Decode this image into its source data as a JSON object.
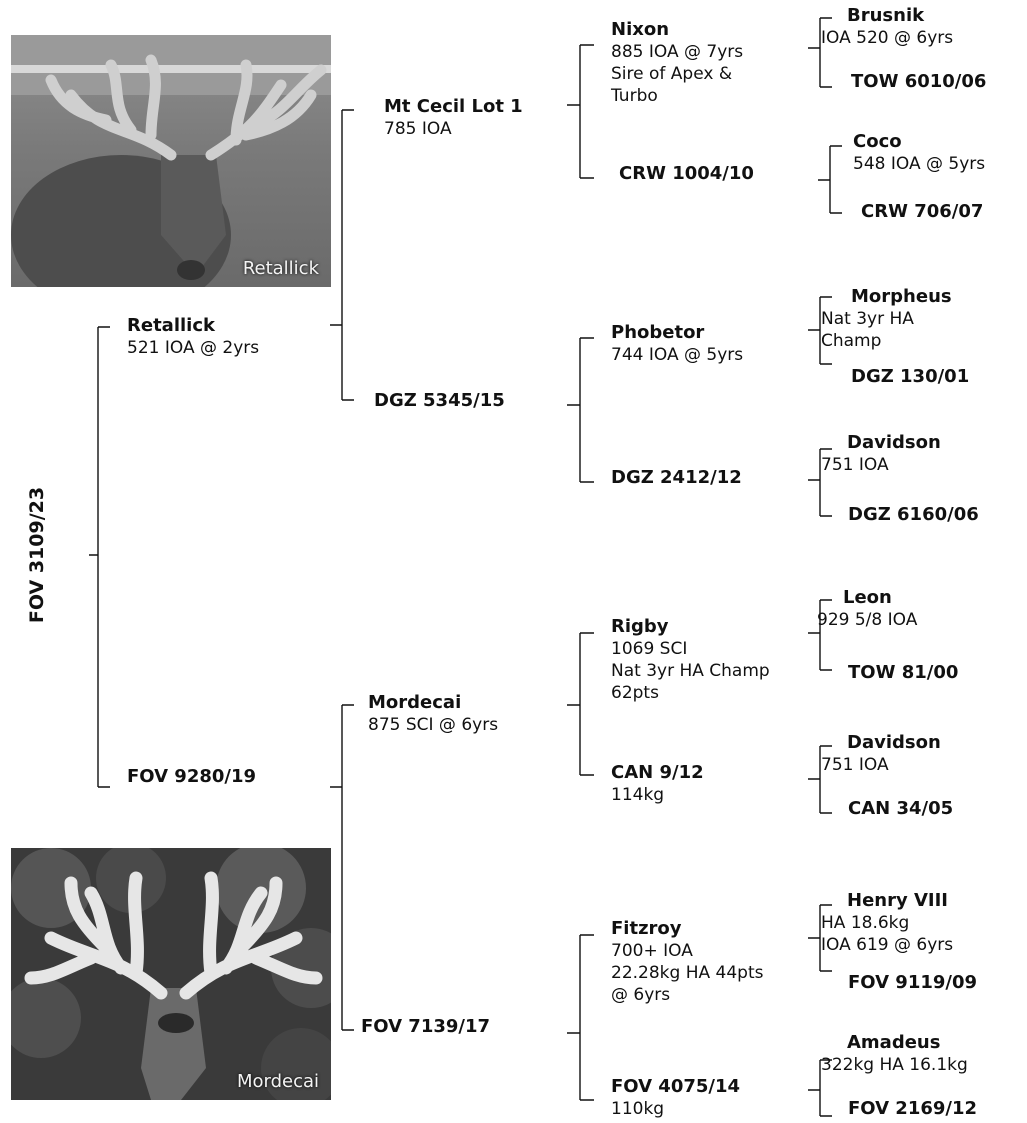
{
  "root": "FOV 3109/23",
  "photos": {
    "top_caption": "Retallick",
    "bottom_caption": "Mordecai"
  },
  "sire": {
    "name": "Retallick",
    "lines": [
      "521 IOA @ 2yrs"
    ]
  },
  "dam": {
    "name": "FOV 9280/19",
    "lines": []
  },
  "sire_sire": {
    "name": "Mt Cecil Lot 1",
    "lines": [
      "785 IOA"
    ]
  },
  "sire_dam": {
    "name": "DGZ 5345/15",
    "lines": []
  },
  "dam_sire": {
    "name": "Mordecai",
    "lines": [
      "875 SCI @ 6yrs"
    ]
  },
  "dam_dam": {
    "name": "FOV 7139/17",
    "lines": []
  },
  "ss_sire": {
    "name": "Nixon",
    "lines": [
      "885 IOA @ 7yrs",
      "Sire of Apex &",
      "Turbo"
    ]
  },
  "ss_dam": {
    "name": "CRW 1004/10",
    "lines": []
  },
  "sd_sire": {
    "name": "Phobetor",
    "lines": [
      "744 IOA @ 5yrs"
    ]
  },
  "sd_dam": {
    "name": "DGZ 2412/12",
    "lines": []
  },
  "ds_sire": {
    "name": "Rigby",
    "lines": [
      "1069 SCI",
      "Nat 3yr HA Champ",
      "62pts"
    ]
  },
  "ds_dam": {
    "name": "CAN 9/12",
    "lines": [
      "114kg"
    ]
  },
  "dd_sire": {
    "name": "Fitzroy",
    "lines": [
      "700+ IOA",
      "22.28kg HA 44pts",
      "@ 6yrs"
    ]
  },
  "dd_dam": {
    "name": "FOV 4075/14",
    "lines": [
      "110kg"
    ]
  },
  "g4": [
    {
      "name": "Brusnik",
      "lines": [
        "IOA 520 @ 6yrs"
      ]
    },
    {
      "name": "TOW 6010/06",
      "lines": []
    },
    {
      "name": "Coco",
      "lines": [
        "548 IOA @ 5yrs"
      ]
    },
    {
      "name": "CRW 706/07",
      "lines": []
    },
    {
      "name": "Morpheus",
      "lines": [
        "Nat 3yr HA",
        "Champ"
      ]
    },
    {
      "name": "DGZ 130/01",
      "lines": []
    },
    {
      "name": "Davidson",
      "lines": [
        "751 IOA"
      ]
    },
    {
      "name": "DGZ 6160/06",
      "lines": []
    },
    {
      "name": "Leon",
      "lines": [
        "929 5/8 IOA"
      ]
    },
    {
      "name": "TOW 81/00",
      "lines": []
    },
    {
      "name": "Davidson",
      "lines": [
        "751 IOA"
      ]
    },
    {
      "name": "CAN 34/05",
      "lines": []
    },
    {
      "name": "Henry VIII",
      "lines": [
        "HA 18.6kg",
        "IOA 619 @ 6yrs"
      ]
    },
    {
      "name": "FOV 9119/09",
      "lines": []
    },
    {
      "name": "Amadeus",
      "lines": [
        "322kg HA 16.1kg"
      ]
    },
    {
      "name": "FOV 2169/12",
      "lines": []
    }
  ]
}
